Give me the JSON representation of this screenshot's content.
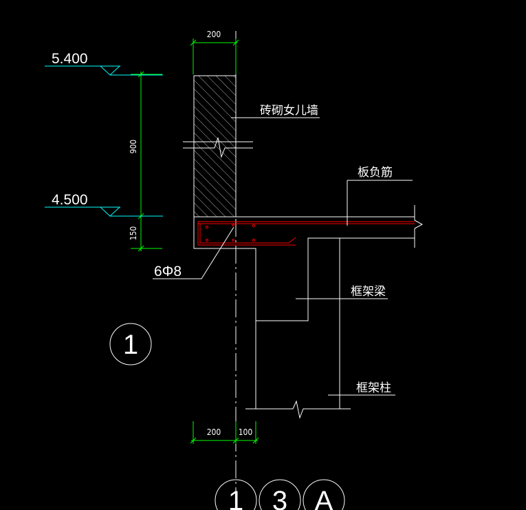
{
  "colors": {
    "background": "#000000",
    "linework": "#ffffff",
    "dimension": "#00ff00",
    "level_marker": "#00ffff",
    "rebar": "#ff0000"
  },
  "levels": {
    "top": "5.400",
    "bottom": "4.500"
  },
  "dimensions": {
    "wall_width": "200",
    "parapet_height": "900",
    "slab_thickness": "150",
    "bottom_left": "200",
    "bottom_right": "100"
  },
  "labels": {
    "parapet_wall": "砖砌女儿墙",
    "slab_negative_rebar": "板负筋",
    "frame_beam": "框架梁",
    "frame_column": "框架柱",
    "rebar_spec": "6Φ8"
  },
  "detail_number": "1",
  "axis_bubbles": [
    "1",
    "3",
    "A"
  ]
}
